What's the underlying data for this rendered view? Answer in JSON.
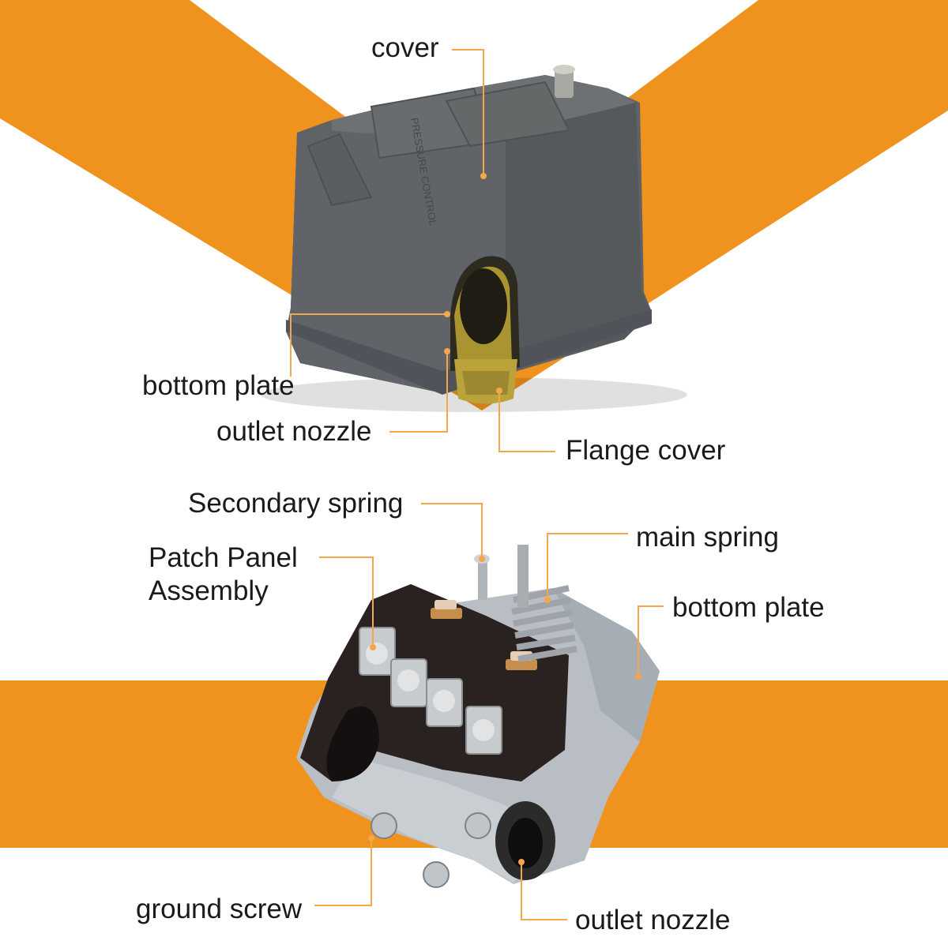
{
  "colors": {
    "background": "#ffffff",
    "band": "#f0921e",
    "leader": "#f3a64a",
    "label_text": "#1a1a1a",
    "cover_gray": "#5f6366",
    "brass": "#b9a33a",
    "steel": "#b8bec4",
    "terminal_black": "#2a2220"
  },
  "cover_embossed_text": "PRESSURE CONTROL",
  "labels": {
    "cover": "cover",
    "bottom_plate_top": "bottom plate",
    "outlet_nozzle_top": "outlet nozzle",
    "flange_cover": "Flange cover",
    "secondary_spring": "Secondary spring",
    "main_spring": "main spring",
    "patch_panel_assembly": "Patch Panel\nAssembly",
    "bottom_plate_bottom": "bottom plate",
    "ground_screw": "ground screw",
    "outlet_nozzle_bottom": "outlet nozzle"
  }
}
